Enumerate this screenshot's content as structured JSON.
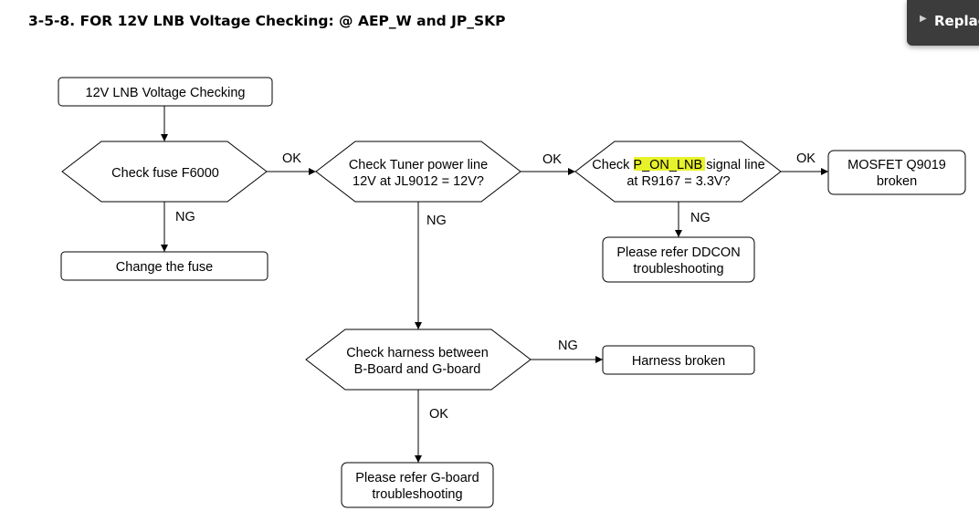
{
  "title": "3-5-8. FOR 12V LNB Voltage Checking: @ AEP_W and JP_SKP",
  "toolbar": {
    "replace_label": "Replac"
  },
  "nodes": {
    "start": {
      "line1": "12V LNB Voltage Checking"
    },
    "check_fuse": {
      "line1": "Check fuse F6000"
    },
    "change_fuse": {
      "line1": "Change the fuse"
    },
    "check_tuner": {
      "line1": "Check Tuner power line",
      "line2": "12V at JL9012 = 12V?"
    },
    "check_pon": {
      "line1_a": "Check ",
      "line1_hl": "P_ON_LNB",
      "line1_b": " signal line",
      "line2": "at R9167 = 3.3V?"
    },
    "mosfet": {
      "line1": "MOSFET Q9019",
      "line2": "broken"
    },
    "ddcon": {
      "line1": "Please refer DDCON",
      "line2": "troubleshooting"
    },
    "harness_check": {
      "line1": "Check harness between",
      "line2": "B-Board and G-board"
    },
    "harness_broken": {
      "line1": "Harness broken"
    },
    "gboard": {
      "line1": "Please refer G-board",
      "line2": "troubleshooting"
    }
  },
  "edges": {
    "fuse_to_tuner": "OK",
    "fuse_to_change": "NG",
    "tuner_to_pon": "OK",
    "tuner_to_harness": "NG",
    "pon_to_mosfet": "OK",
    "pon_to_ddcon": "NG",
    "harness_to_broken": "NG",
    "harness_to_gboard": "OK"
  }
}
